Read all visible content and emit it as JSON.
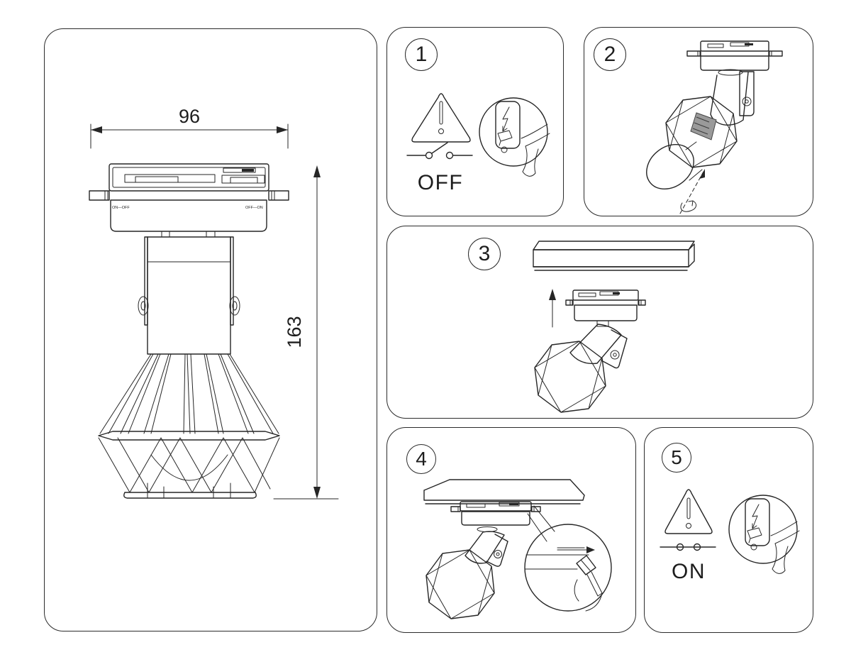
{
  "meta": {
    "line_color": "#262626",
    "background_color": "#ffffff"
  },
  "left_panel": {
    "dimension_width": "96",
    "dimension_height": "163",
    "adapter_label_left": "ON—OFF",
    "adapter_label_right": "OFF—ON"
  },
  "steps": [
    {
      "number": "1",
      "caption": "OFF"
    },
    {
      "number": "2",
      "caption": ""
    },
    {
      "number": "3",
      "caption": ""
    },
    {
      "number": "4",
      "caption": ""
    },
    {
      "number": "5",
      "caption": "ON"
    }
  ]
}
